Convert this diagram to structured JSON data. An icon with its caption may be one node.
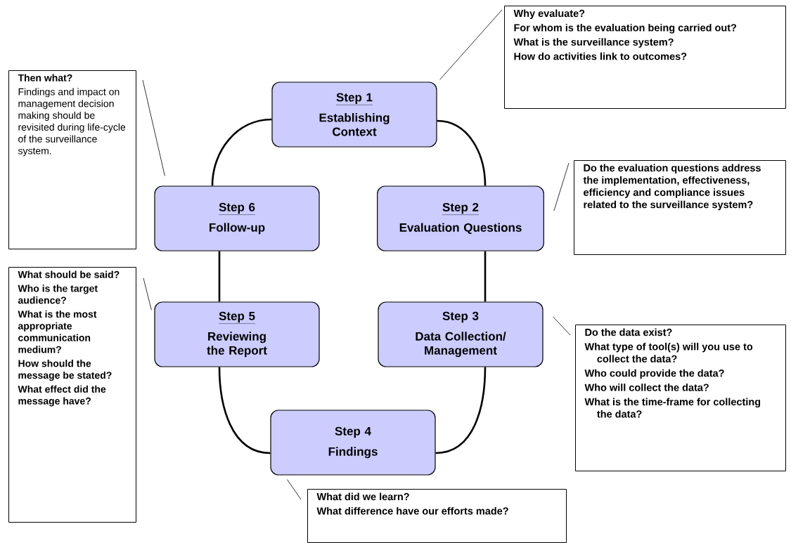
{
  "diagram": {
    "nodes": [
      {
        "text": [
          "Step 1",
          "Establishing Context"
        ]
      },
      {
        "text": [
          "Step 2",
          "Evaluation Questions"
        ]
      },
      {
        "text": [
          "Step 3",
          "Data Collection/ Management"
        ]
      },
      {
        "text": [
          "Step 4",
          "Findings"
        ]
      },
      {
        "text": [
          "Step 5",
          "Reviewing the Report"
        ]
      },
      {
        "text": [
          "Step 6",
          "Follow-up"
        ]
      },
      {
        "text": [
          "Why evaluate?",
          "For whom is the evaluation being carried out?",
          "What is the surveillance system?",
          "How do activities link to outcomes?"
        ]
      },
      {
        "text": [
          "Do the evaluation questions address the implementation, effectiveness, efficiency and compliance issues related to the surveillance system?"
        ]
      },
      {
        "text": [
          "Do the data exist?",
          "What type of tool(s) will you use to collect the data?",
          "Who could provide the data?",
          "Who will collect the data?",
          "What is the time-frame for collecting the data?"
        ]
      },
      {
        "text": [
          "What did we learn?",
          "What difference have our efforts made?"
        ]
      },
      {
        "text": [
          "What should be said?",
          "Who is the target audience?",
          "What is the most appropriate communication medium?",
          "How should the message be stated?",
          "What effect did the message have?"
        ]
      },
      {
        "text": [
          "Then what?",
          "Findings and impact on management decision making should be revisited during life-cycle of the surveillance system."
        ]
      }
    ],
    "edges": [
      {
        "from": 0,
        "to": 1,
        "arrow": "none",
        "style": "thick"
      },
      {
        "from": 1,
        "to": 2,
        "arrow": "none",
        "style": "thick"
      },
      {
        "from": 2,
        "to": 3,
        "arrow": "none",
        "style": "thick"
      },
      {
        "from": 3,
        "to": 4,
        "arrow": "none",
        "style": "thick"
      },
      {
        "from": 4,
        "to": 5,
        "arrow": "none",
        "style": "thick"
      },
      {
        "from": 5,
        "to": 0,
        "arrow": "none",
        "style": "thick"
      },
      {
        "from": 6,
        "to": 0,
        "arrow": "none"
      },
      {
        "from": 7,
        "to": 1,
        "arrow": "none"
      },
      {
        "from": 8,
        "to": 2,
        "arrow": "none"
      },
      {
        "from": 9,
        "to": 3,
        "arrow": "none"
      },
      {
        "from": 10,
        "to": 4,
        "arrow": "none"
      },
      {
        "from": 11,
        "to": 5,
        "arrow": "none"
      }
    ]
  }
}
